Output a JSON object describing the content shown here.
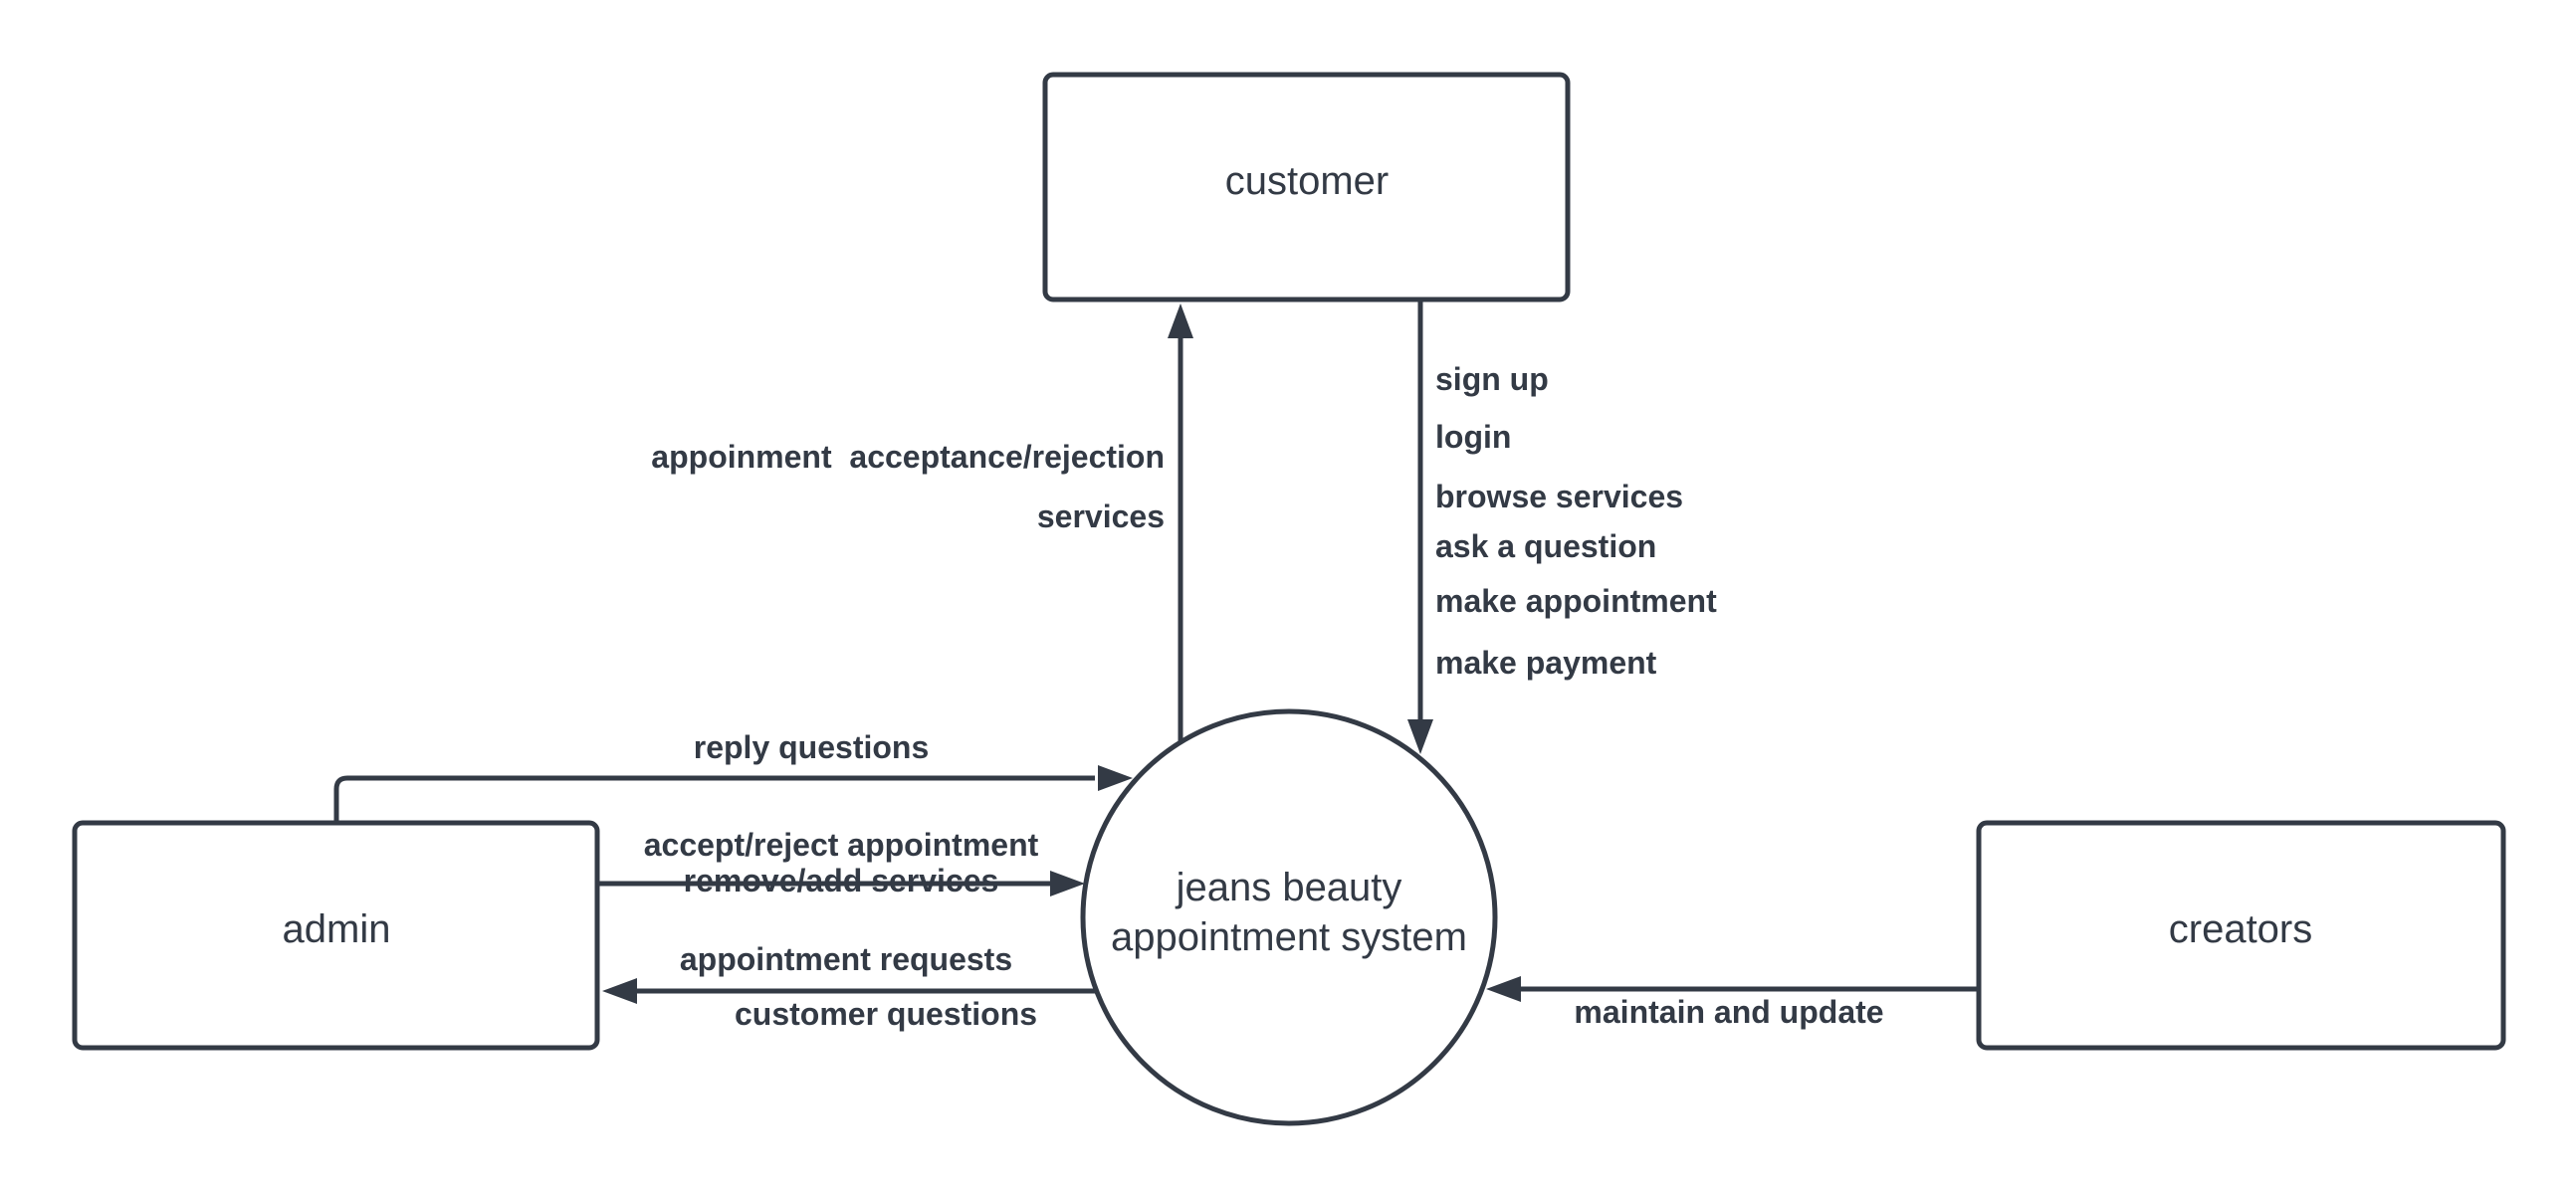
{
  "entities": {
    "customer": "customer",
    "admin": "admin",
    "creators": "creators",
    "system_line1": "jeans beauty",
    "system_line2": "appointment system"
  },
  "flows": {
    "system_to_customer": [
      "appoinment  acceptance/rejection",
      "services"
    ],
    "customer_to_system": [
      "sign up",
      "login",
      "browse services",
      "ask a question",
      "make appointment",
      "make payment"
    ],
    "admin_reply": "reply questions",
    "admin_to_system": [
      "accept/reject appointment",
      "remove/add services"
    ],
    "system_to_admin": [
      "appointment requests",
      "customer questions"
    ],
    "creators_to_system": "maintain and update"
  }
}
